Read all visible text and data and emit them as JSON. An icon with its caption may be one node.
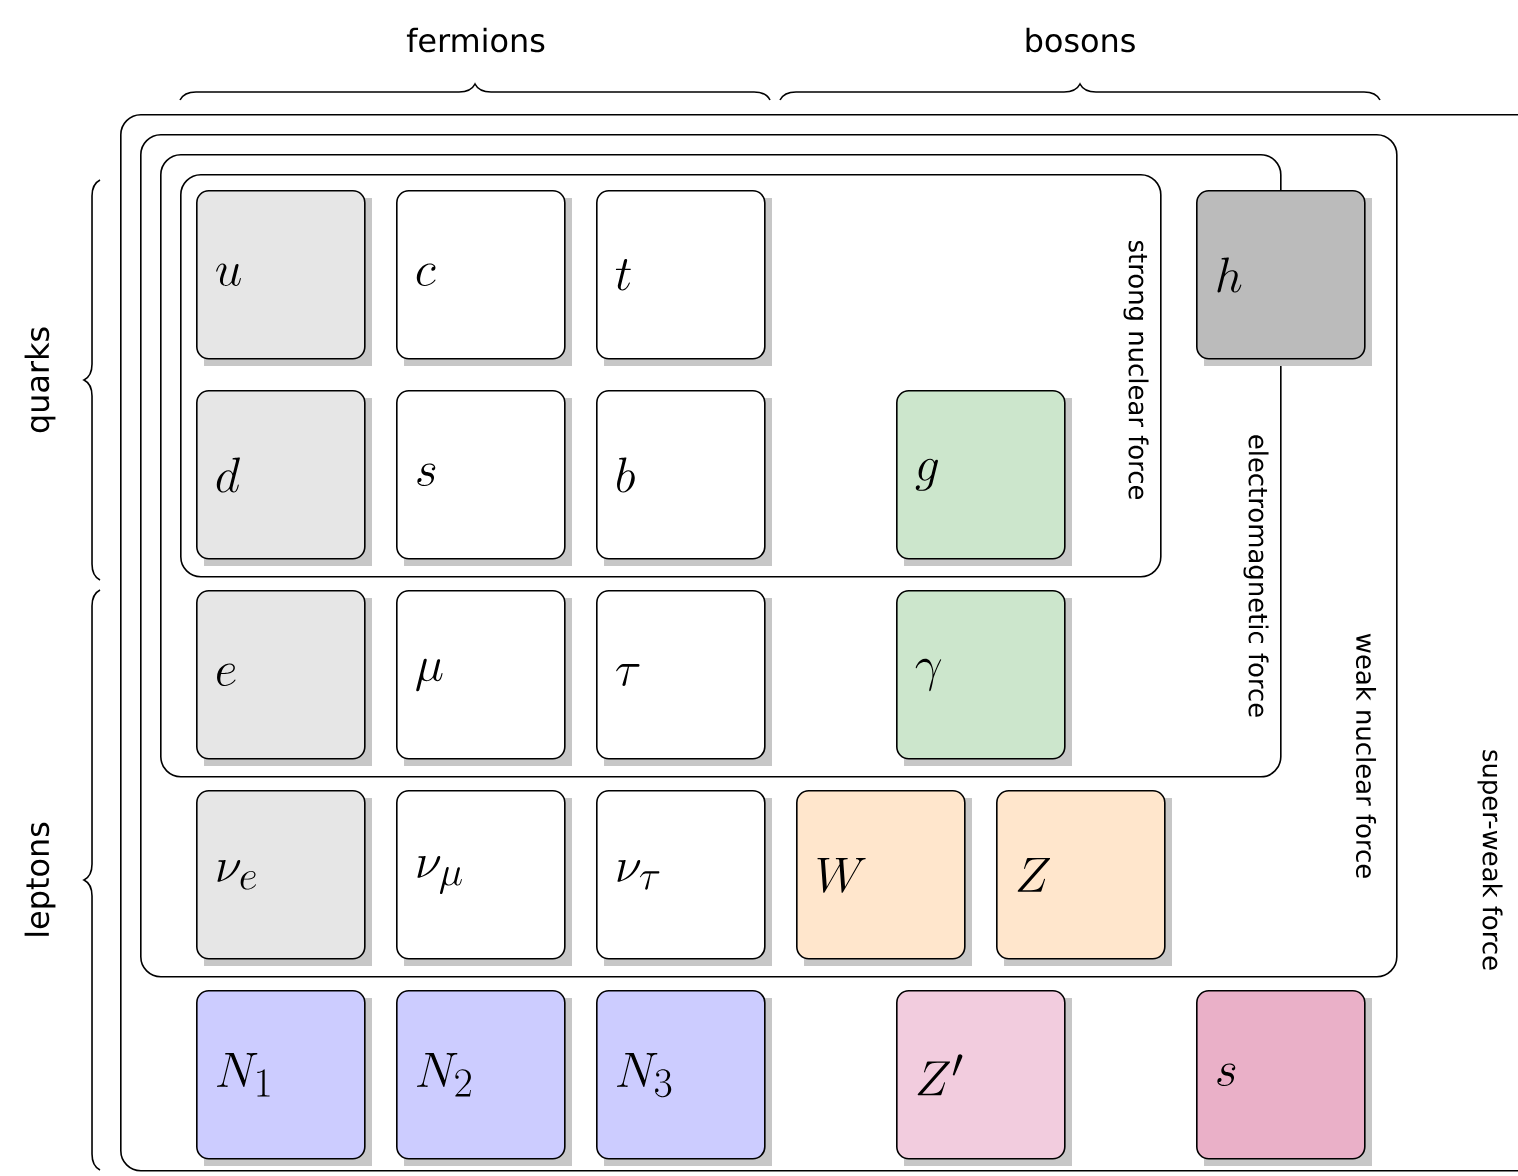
{
  "diagram": {
    "nodes": [
      {
        "text": [
          "super-weak force"
        ]
      },
      {
        "text": [
          "weak nuclear force"
        ],
        "in": 0
      },
      {
        "text": [
          "electromagnetic force"
        ],
        "in": 1
      },
      {
        "text": [
          "strong nuclear force"
        ],
        "in": 2
      },
      {
        "text": [
          "u"
        ],
        "in": 3
      },
      {
        "text": [
          "c"
        ],
        "in": 3
      },
      {
        "text": [
          "t"
        ],
        "in": 3
      },
      {
        "text": [
          "h"
        ],
        "in": 1
      },
      {
        "text": [
          "d"
        ],
        "in": 3
      },
      {
        "text": [
          "s"
        ],
        "in": 3
      },
      {
        "text": [
          "b"
        ],
        "in": 3
      },
      {
        "text": [
          "g"
        ],
        "in": 3
      },
      {
        "text": [
          "e"
        ],
        "in": 2
      },
      {
        "text": [
          "\\mu"
        ],
        "in": 2
      },
      {
        "text": [
          "\\tau"
        ],
        "in": 2
      },
      {
        "text": [
          "\\gamma"
        ],
        "in": 2
      },
      {
        "text": [
          "\\nu_e"
        ],
        "in": 1
      },
      {
        "text": [
          "\\nu_\\mu"
        ],
        "in": 1
      },
      {
        "text": [
          "\\nu_\\tau"
        ],
        "in": 1
      },
      {
        "text": [
          "W"
        ],
        "in": 1
      },
      {
        "text": [
          "Z"
        ],
        "in": 1
      },
      {
        "text": [
          "N_1"
        ],
        "in": 0
      },
      {
        "text": [
          "N_2"
        ],
        "in": 0
      },
      {
        "text": [
          "N_3"
        ],
        "in": 0
      },
      {
        "text": [
          "Z'"
        ],
        "in": 0
      },
      {
        "text": [
          "s"
        ],
        "in": 0
      }
    ],
    "labels": [
      "fermions",
      "bosons",
      "quarks",
      "leptons"
    ]
  }
}
